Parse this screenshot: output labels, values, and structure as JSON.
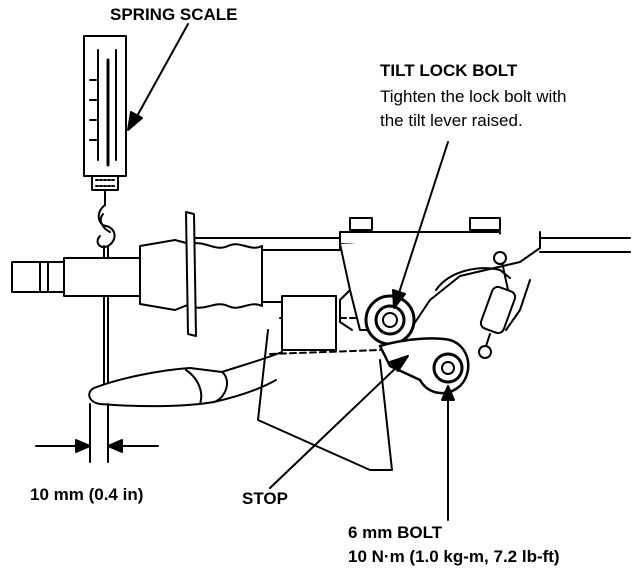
{
  "labels": {
    "spring_scale": "SPRING SCALE",
    "tilt_lock_bolt": "TILT LOCK BOLT",
    "tilt_note_line1": "Tighten the lock bolt with",
    "tilt_note_line2": "the tilt lever raised.",
    "clearance": "10 mm (0.4 in)",
    "stop": "STOP",
    "bolt_6mm": "6 mm BOLT",
    "torque": "10 N·m (1.0 kg-m, 7.2 lb-ft)"
  }
}
